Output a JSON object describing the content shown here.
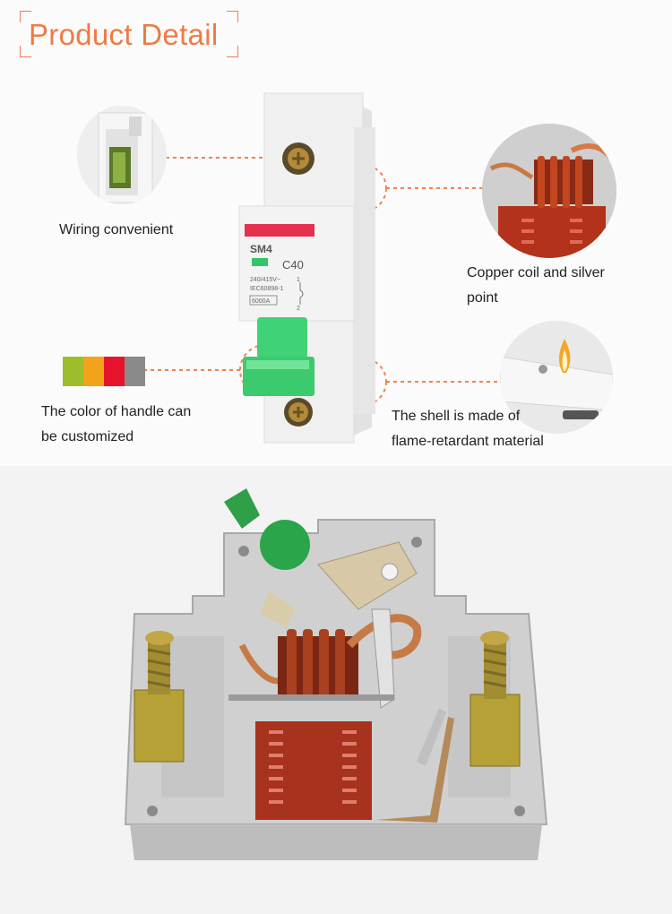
{
  "header": {
    "title": "Product Detail"
  },
  "breaker_label": {
    "brand": "SM4",
    "rating": "C40",
    "voltage": "240/415V~",
    "standard": "IEC60898-1",
    "capacity": "6000A",
    "terminal_top": "1",
    "terminal_bottom": "2"
  },
  "features": {
    "wiring": "Wiring convenient",
    "coil_line1": "Copper coil and silver",
    "coil_line2": "point",
    "handle_line1": "The color of handle can",
    "handle_line2": "be customized",
    "shell_line1": "The shell is made of",
    "shell_line2": "flame-retardant material"
  },
  "handle_colors": [
    "#9dbe2a",
    "#f3a21b",
    "#e5142c",
    "#8a8a8a"
  ],
  "colors": {
    "accent": "#ef7a45",
    "handle_green": "#35c46a",
    "label_red": "#e33150"
  }
}
